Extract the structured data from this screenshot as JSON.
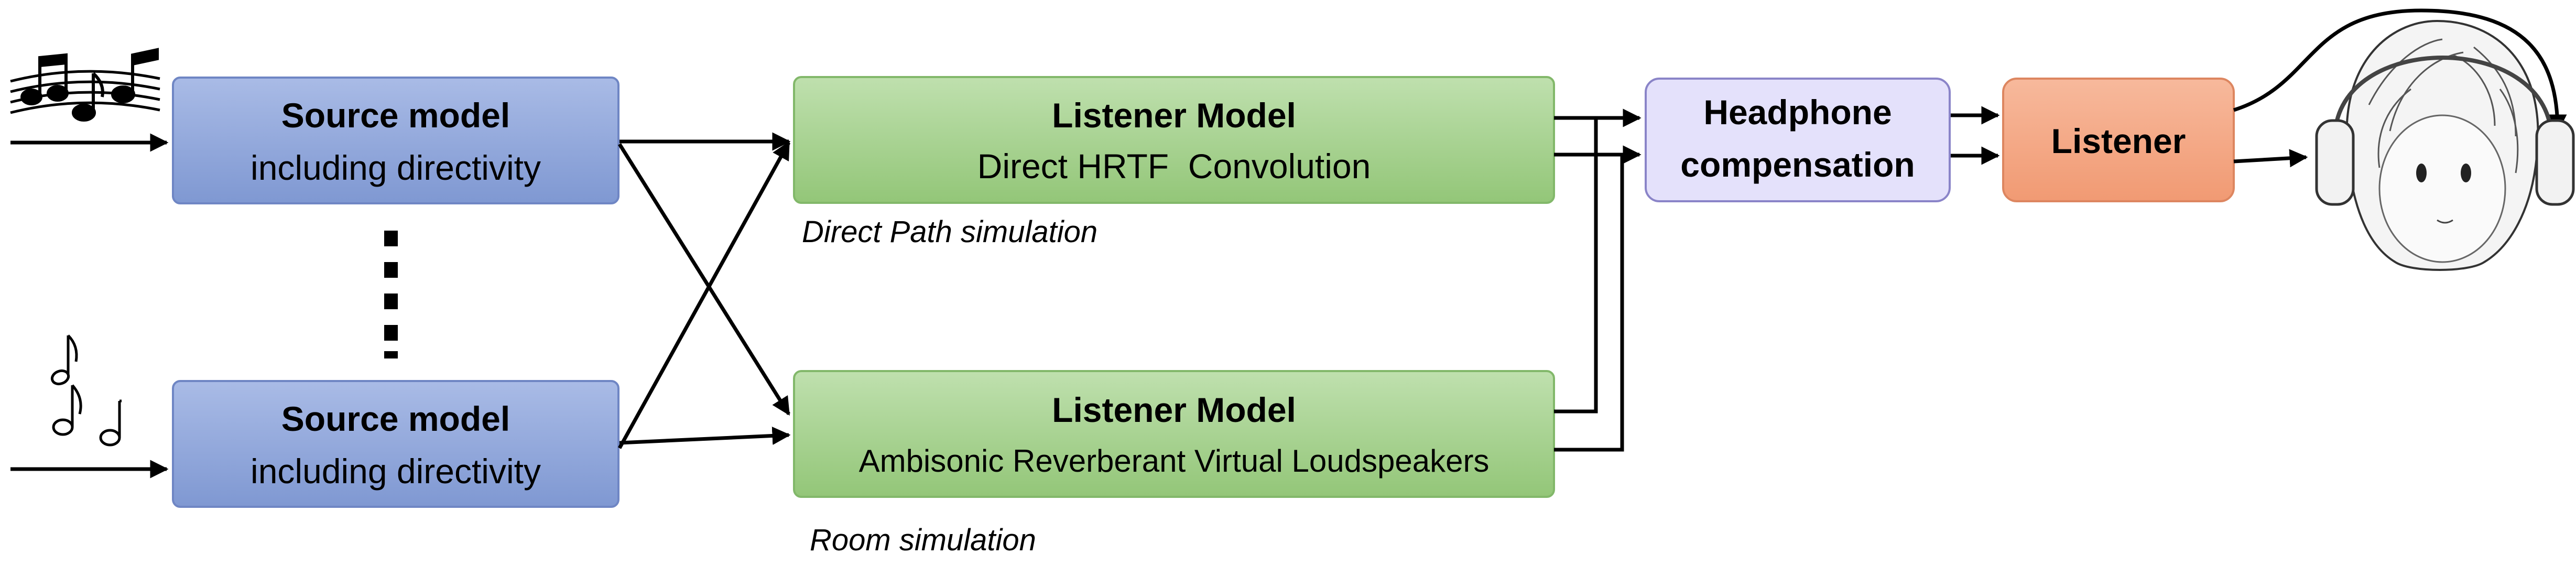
{
  "colors": {
    "source_fill": "#8fa3d8",
    "source_stroke": "#6f86c4",
    "listener_model_fill": "#a6d28f",
    "listener_model_stroke": "#82b86a",
    "headphone_fill": "#e4e1fb",
    "headphone_stroke": "#8a84c8",
    "listener_fill": "#f4a885",
    "listener_stroke": "#dd8660"
  },
  "source_top": {
    "title": "Source model",
    "subtitle": "including directivity"
  },
  "source_bottom": {
    "title": "Source model",
    "subtitle": "including directivity"
  },
  "listener_direct": {
    "title": "Listener Model",
    "subtitle": "Direct HRTF  Convolution",
    "caption": "Direct Path simulation"
  },
  "listener_room": {
    "title": "Listener Model",
    "subtitle": "Ambisonic Reverberant Virtual Loudspeakers",
    "caption": "Room simulation"
  },
  "headphone": {
    "line1": "Headphone",
    "line2": "compensation"
  },
  "listener": {
    "label": "Listener"
  },
  "icons": {
    "top_source": "music-staff-notes-icon",
    "bottom_source": "music-notes-icon",
    "ellipsis": "vertical-dots-icon",
    "listener_head": "head-with-headphones-icon"
  }
}
